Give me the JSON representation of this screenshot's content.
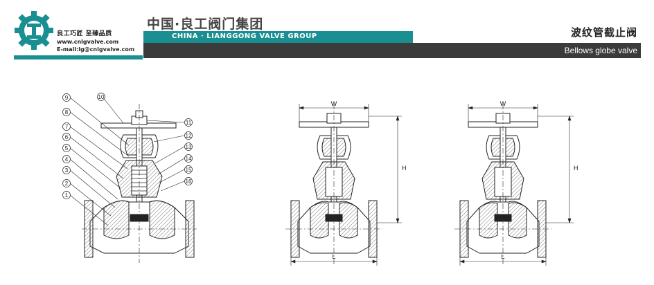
{
  "company": {
    "name_cn": "中国·良工阀门集团",
    "name_en": "CHINA · LIANGGONG VALVE GROUP",
    "slogan": "良工巧匠   至臻品质",
    "website": "www.cnlgvalve.com",
    "email_label": "E-mail:",
    "email": "lg@cnlgvalve.com",
    "brand_color": "#1a8f91"
  },
  "product": {
    "name_cn": "波纹管截止阀",
    "name_en": "Bellows globe valve"
  },
  "drawing": {
    "part_numbers": [
      "1",
      "2",
      "3",
      "4",
      "5",
      "6",
      "7",
      "8",
      "9",
      "10",
      "11",
      "12",
      "13",
      "14",
      "15",
      "16"
    ],
    "dim_width": "W",
    "dim_height": "H",
    "dim_length": "L"
  }
}
